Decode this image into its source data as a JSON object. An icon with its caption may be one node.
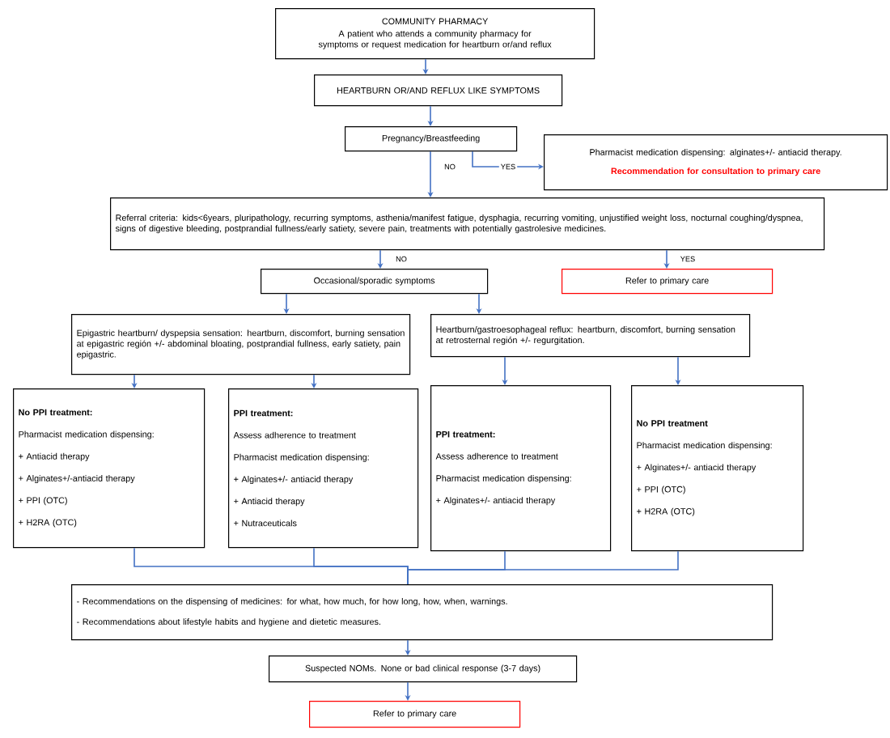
{
  "diagram": {
    "nodes": [
      {
        "text": [
          "COMMUNITY PHARMACY",
          "A patient who attends a community pharmacy for symptoms or request medication for heartburn or/and reflux"
        ]
      },
      {
        "text": [
          "HEARTBURN OR/AND REFLUX LIKE SYMPTOMS"
        ]
      },
      {
        "text": [
          "Pregnancy/Breastfeeding"
        ]
      },
      {
        "text": [
          "Pharmacist medication dispensing: alginates+/- antiacid therapy.",
          "Recommendation for consultation to primary care"
        ]
      },
      {
        "text": [
          "Referral criteria: kids<6years, pluripathology, recurring symptoms, asthenia/manifest fatigue, dysphagia, recurring vomiting, unjustified weight loss, nocturnal coughing/dyspnea, signs of digestive bleeding, postprandial fullness/early satiety, severe pain, treatments with potentially gastrolesive medicines."
        ]
      },
      {
        "text": [
          "Occasional/sporadic symptoms"
        ]
      },
      {
        "text": [
          "Refer to primary care"
        ]
      },
      {
        "text": [
          "Epigastric heartburn/ dyspepsia sensation: heartburn, discomfort, burning sensation at epigastric región +/- abdominal bloating, postprandial fullness, early satiety, pain epigastric."
        ]
      },
      {
        "text": [
          "Heartburn/gastroesophageal reflux: heartburn, discomfort, burning sensation at retrosternal región +/- regurgitation."
        ]
      },
      {
        "text": [
          "No PPI treatment:",
          "Pharmacist medication dispensing:",
          "+ Antiacid therapy",
          "+ Alginates+/-antiacid therapy",
          "+ PPI (OTC)",
          "+ H2RA (OTC)"
        ]
      },
      {
        "text": [
          "PPI treatment:",
          "Assess adherence to treatment",
          "Pharmacist medication dispensing:",
          "+ Alginates+/- antiacid therapy",
          "+ Antiacid therapy",
          "+ Nutraceuticals"
        ]
      },
      {
        "text": [
          "PPI treatment:",
          "Assess adherence to treatment",
          "Pharmacist medication dispensing:",
          "+ Alginates+/- antiacid therapy"
        ]
      },
      {
        "text": [
          "No PPI treatment",
          "Pharmacist medication dispensing:",
          "+ Alginates+/- antiacid therapy",
          "+ PPI (OTC)",
          "+ H2RA (OTC)"
        ]
      },
      {
        "text": [
          "- Recommendations on the dispensing of medicines: for what, how much, for how long, how, when, warnings.",
          "- Recommendations about lifestyle habits and hygiene and dietetic measures."
        ]
      },
      {
        "text": [
          "Suspected NOMs. None or bad clinical response (3-7 days)"
        ]
      },
      {
        "text": [
          "Refer to primary care"
        ]
      }
    ],
    "edges": [
      {
        "from": 0,
        "to": 1,
        "arrow": "to"
      },
      {
        "from": 1,
        "to": 2,
        "arrow": "to"
      },
      {
        "from": 2,
        "to": 4,
        "arrow": "to",
        "label": "NO"
      },
      {
        "from": 2,
        "to": 3,
        "arrow": "to",
        "label": "YES"
      },
      {
        "from": 4,
        "to": 5,
        "arrow": "to",
        "label": "NO"
      },
      {
        "from": 4,
        "to": 6,
        "arrow": "to",
        "label": "YES"
      },
      {
        "from": 5,
        "to": 7,
        "arrow": "to"
      },
      {
        "from": 5,
        "to": 8,
        "arrow": "to"
      },
      {
        "from": 7,
        "to": 9,
        "arrow": "to"
      },
      {
        "from": 7,
        "to": 10,
        "arrow": "to"
      },
      {
        "from": 8,
        "to": 11,
        "arrow": "to"
      },
      {
        "from": 8,
        "to": 12,
        "arrow": "to"
      },
      {
        "from": 9,
        "to": 13,
        "arrow": "none"
      },
      {
        "from": 10,
        "to": 13,
        "arrow": "none"
      },
      {
        "from": 11,
        "to": 13,
        "arrow": "none"
      },
      {
        "from": 12,
        "to": 13,
        "arrow": "none"
      },
      {
        "from": 13,
        "to": 14,
        "arrow": "to"
      },
      {
        "from": 14,
        "to": 15,
        "arrow": "to"
      }
    ]
  }
}
